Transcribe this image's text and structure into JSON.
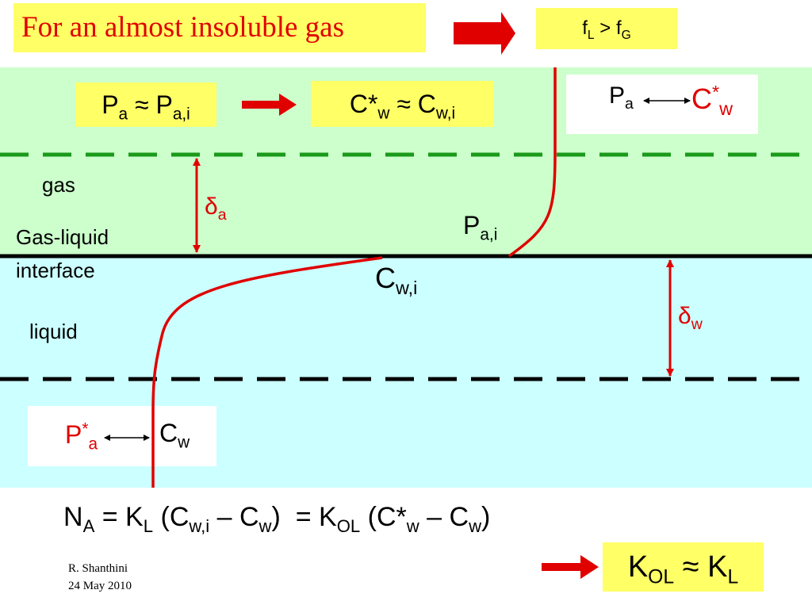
{
  "title": "For an almost insoluble gas",
  "top_condition": {
    "f1": "f",
    "f1_sub": "L",
    "op": " > ",
    "f2": "f",
    "f2_sub": "G"
  },
  "gas_eq": {
    "lhs": "P",
    "lhs_sub": "a",
    "approx": " ≈ ",
    "rhs": "P",
    "rhs_sub": "a,i"
  },
  "conc_eq": {
    "lhs": "C*",
    "lhs_sub": "w",
    "approx": " ≈ ",
    "rhs": "C",
    "rhs_sub": "w,i"
  },
  "equilibrium_top": {
    "p": "P",
    "p_sub": "a",
    "c": "C",
    "c_sup": "*",
    "c_sub": "w"
  },
  "equilibrium_bottom": {
    "p": "P",
    "p_sup": "*",
    "p_sub": "a",
    "c": "C",
    "c_sub": "w"
  },
  "labels": {
    "gas": "gas",
    "interface_line1": "Gas-liquid",
    "interface_line2": "interface",
    "liquid": "liquid",
    "delta_a": "δ",
    "delta_a_sub": "a",
    "delta_w": "δ",
    "delta_w_sub": "w",
    "pai": "P",
    "pai_sub": "a,i",
    "cwi": "C",
    "cwi_sub": "w,i"
  },
  "flux_equation": {
    "na": "N",
    "na_sub": "A",
    "part1": " = K",
    "kl_sub": "L",
    "part2": " (C",
    "cwi_sub": "w,i",
    "part3": " – C",
    "cw_sub": "w",
    "part4": ")  = K",
    "kol_sub": "OL",
    "part5": " (C*",
    "cstar_sub": "w",
    "part6": " – C",
    "cw2_sub": "w",
    "part7": ")"
  },
  "conclusion": {
    "k1": "K",
    "k1_sub": "OL",
    "approx": " ≈ ",
    "k2": "K",
    "k2_sub": "L"
  },
  "footer": {
    "author": "R. Shanthini",
    "date": "24 May 2010"
  },
  "colors": {
    "gas_phase": "#ccffcc",
    "liquid_phase": "#ccffff",
    "highlight": "#ffff66",
    "red": "#e00000",
    "green_dash": "#1a9a1a",
    "black": "#000000"
  }
}
